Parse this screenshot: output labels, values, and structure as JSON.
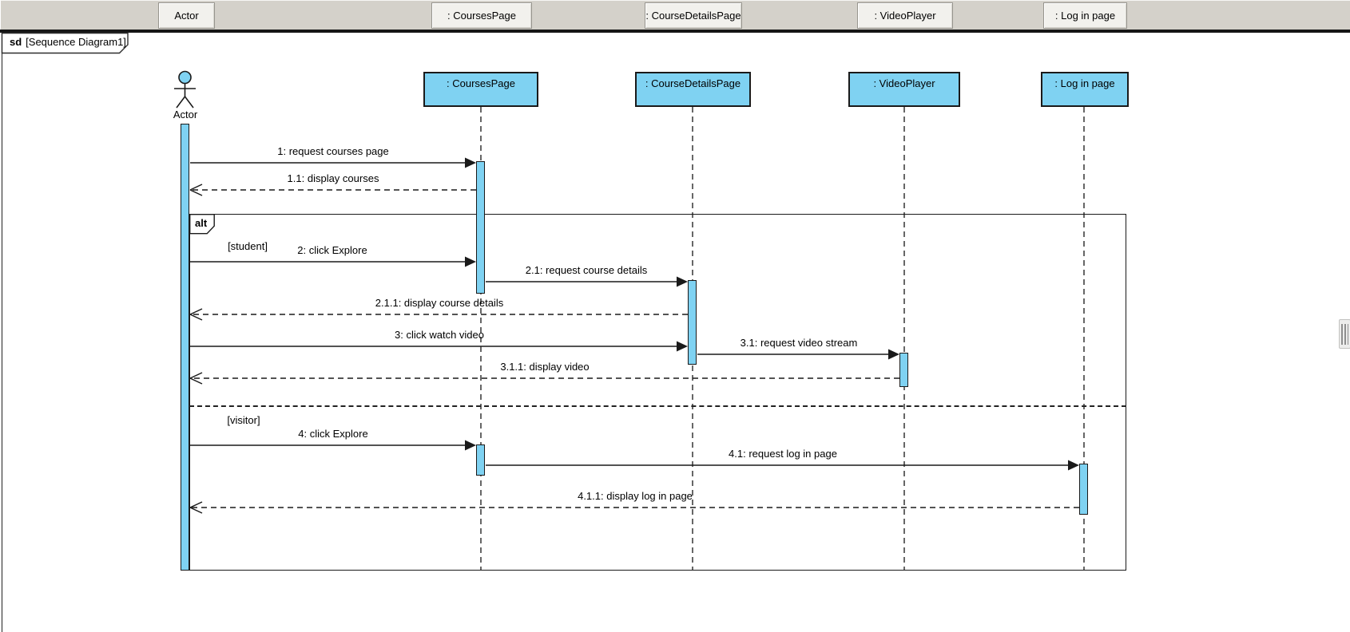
{
  "header": {
    "tabs": [
      {
        "label": "Actor"
      },
      {
        "label": ": CoursesPage"
      },
      {
        "label": ": CourseDetailsPage"
      },
      {
        "label": ": VideoPlayer"
      },
      {
        "label": ": Log in page"
      }
    ]
  },
  "frame": {
    "keyword": "sd",
    "title": "[Sequence Diagram1]"
  },
  "diagram": {
    "actor": {
      "label": "Actor"
    },
    "objects": [
      {
        "label": ": CoursesPage"
      },
      {
        "label": ": CourseDetailsPage"
      },
      {
        "label": ": VideoPlayer"
      },
      {
        "label": ": Log in page"
      }
    ],
    "fragment": {
      "operator": "alt",
      "guards": [
        {
          "label": "[student]"
        },
        {
          "label": "[visitor]"
        }
      ]
    },
    "messages": [
      {
        "label": "1: request courses page",
        "type": "call"
      },
      {
        "label": "1.1: display courses",
        "type": "return"
      },
      {
        "label": "2: click Explore",
        "type": "call"
      },
      {
        "label": "2.1: request course details",
        "type": "call"
      },
      {
        "label": "2.1.1: display course details",
        "type": "return"
      },
      {
        "label": "3: click watch video",
        "type": "call"
      },
      {
        "label": "3.1: request video stream",
        "type": "call"
      },
      {
        "label": "3.1.1: display video",
        "type": "return"
      },
      {
        "label": "4: click Explore",
        "type": "call"
      },
      {
        "label": "4.1: request log in page",
        "type": "call"
      },
      {
        "label": "4.1.1: display log in page",
        "type": "return"
      }
    ]
  },
  "colors": {
    "shape_fill": "#7FD2F2",
    "shape_border": "#1A1A1A",
    "header_bg": "#D4D1CA",
    "tab_bg": "#F2F1ED",
    "line": "#1A1A1A"
  }
}
